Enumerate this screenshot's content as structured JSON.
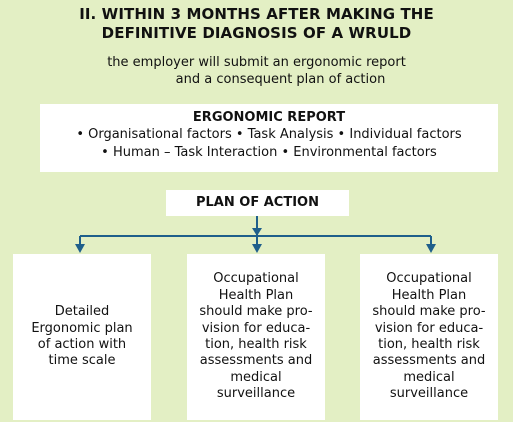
{
  "header": {
    "title_line1": "II. WITHIN 3 MONTHS AFTER MAKING THE",
    "title_line2": "DEFINITIVE DIAGNOSIS OF A WRULD",
    "subtitle_line1": "the employer will submit an ergonomic report",
    "subtitle_line2": "and a consequent plan of action"
  },
  "ergonomic_report": {
    "heading": "ERGONOMIC REPORT",
    "line1": "• Organisational factors • Task Analysis • Individual factors",
    "line2": "• Human – Task Interaction • Environmental factors"
  },
  "plan_of_action": {
    "label": "PLAN OF ACTION"
  },
  "outcomes": [
    {
      "lines": [
        "Detailed",
        "Ergonomic plan",
        "of action with",
        "time scale"
      ]
    },
    {
      "lines": [
        "Occupational",
        "Health Plan",
        "should make pro-",
        "vision for educa-",
        "tion, health risk",
        "assessments and",
        "medical",
        "surveillance"
      ]
    },
    {
      "lines": [
        "Occupational",
        "Health Plan",
        "should make pro-",
        "vision for educa-",
        "tion, health risk",
        "assessments and",
        "medical",
        "surveillance"
      ]
    }
  ],
  "colors": {
    "background": "#e3efc4",
    "box_fill": "#ffffff",
    "connector": "#1f5f8b"
  }
}
